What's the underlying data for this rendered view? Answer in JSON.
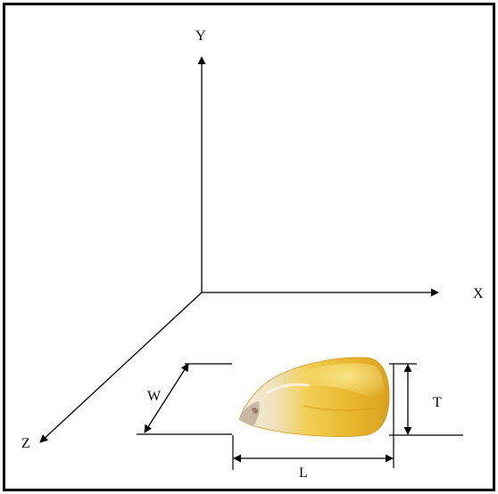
{
  "axes": {
    "y_label": "Y",
    "x_label": "X",
    "z_label": "Z"
  },
  "dimensions": {
    "length_label": "L",
    "width_label": "W",
    "thickness_label": "T"
  },
  "colors": {
    "line": "#000000",
    "kernel_main": "#e8b52a",
    "kernel_light": "#f6dd6a",
    "kernel_tip": "#f4ede0"
  }
}
